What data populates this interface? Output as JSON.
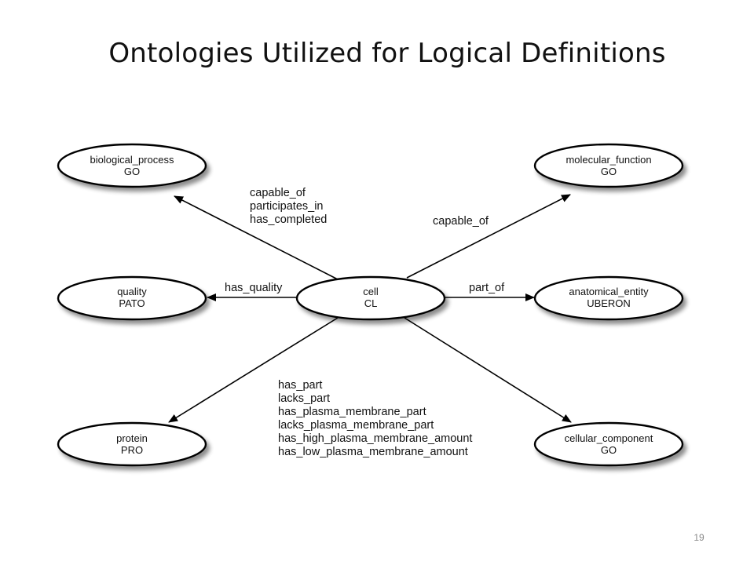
{
  "slide": {
    "title": "Ontologies Utilized for Logical Definitions",
    "page_number": "19"
  },
  "nodes": {
    "cell": {
      "line1": "cell",
      "line2": "CL"
    },
    "biological_process": {
      "line1": "biological_process",
      "line2": "GO"
    },
    "molecular_function": {
      "line1": "molecular_function",
      "line2": "GO"
    },
    "quality": {
      "line1": "quality",
      "line2": "PATO"
    },
    "anatomical_entity": {
      "line1": "anatomical_entity",
      "line2": "UBERON"
    },
    "protein": {
      "line1": "protein",
      "line2": "PRO"
    },
    "cellular_component": {
      "line1": "cellular_component",
      "line2": "GO"
    }
  },
  "edges": {
    "to_biological_process": [
      "capable_of",
      "participates_in",
      "has_completed"
    ],
    "to_molecular_function": [
      "capable_of"
    ],
    "to_quality": [
      "has_quality"
    ],
    "to_anatomical_entity": [
      "part_of"
    ],
    "to_protein": [
      "has_part",
      "lacks_part",
      "has_plasma_membrane_part",
      "lacks_plasma_membrane_part",
      "has_high_plasma_membrane_amount",
      "has_low_plasma_membrane_amount"
    ]
  },
  "colors": {
    "stroke": "#000000",
    "node_fill": "#ffffff",
    "shadow": "#9a9a9a",
    "page_number": "#8a8a8a"
  }
}
